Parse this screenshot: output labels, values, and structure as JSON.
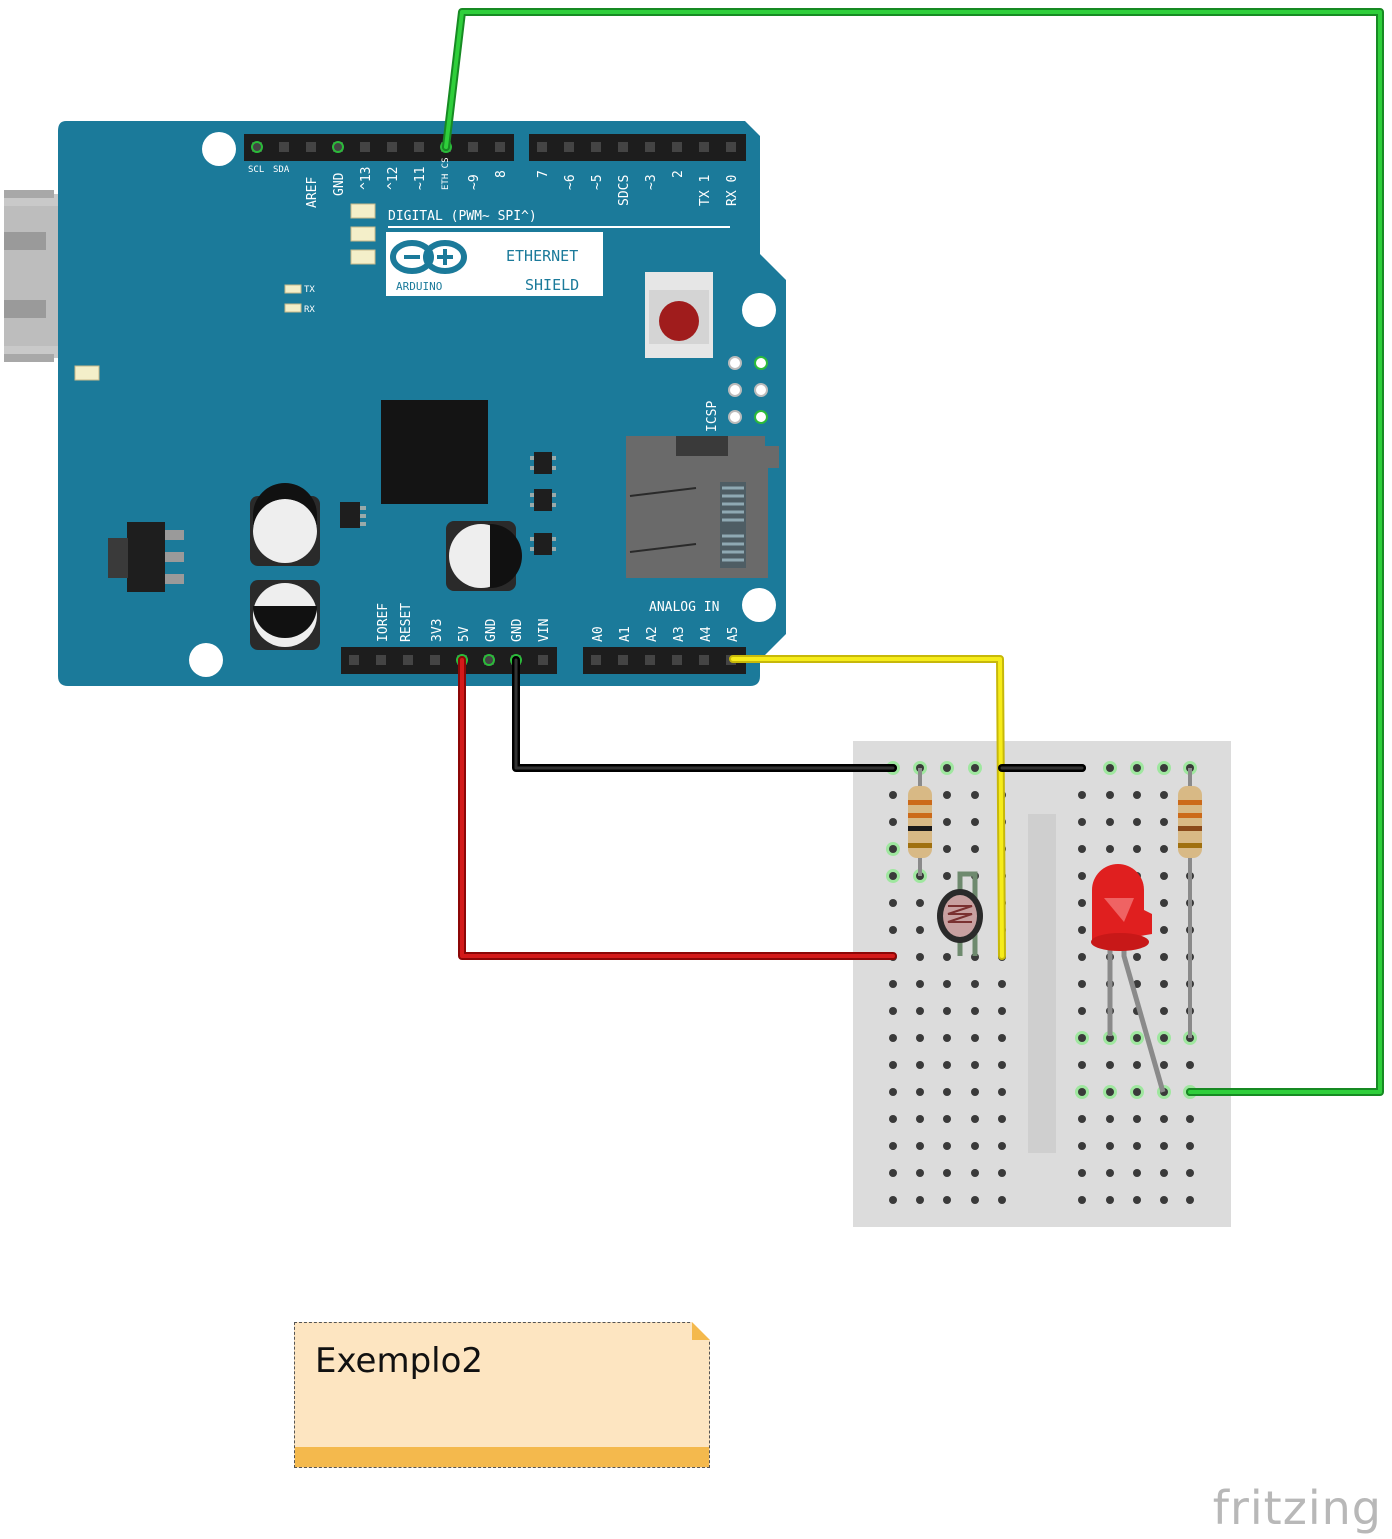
{
  "board": {
    "top_labels": [
      "SCL",
      "SDA",
      "AREF",
      "GND",
      "^13",
      "^12",
      "~11",
      "ETH CS",
      "~9",
      "8",
      "7",
      "~6",
      "~5",
      "SDCS",
      "~3",
      "2",
      "TX 1",
      "RX 0"
    ],
    "digital_label": "DIGITAL (PWM~ SPI^)",
    "logo_left": "ARDUINO",
    "logo_right_1": "ETHERNET",
    "logo_right_2": "SHIELD",
    "tx_label": "TX",
    "rx_label": "RX",
    "icsp_label": "ICSP",
    "analog_label": "ANALOG IN",
    "bottom_labels": [
      "IOREF",
      "RESET",
      "3V3",
      "5V",
      "GND",
      "GND",
      "VIN",
      "A0",
      "A1",
      "A2",
      "A3",
      "A4",
      "A5"
    ]
  },
  "wires": {
    "green": "#1db52f",
    "yellow": "#f2e20a",
    "black": "#111111",
    "red": "#c80d0d"
  },
  "note": {
    "text": "Exemplo2"
  },
  "brand": {
    "text": "fritzing"
  }
}
